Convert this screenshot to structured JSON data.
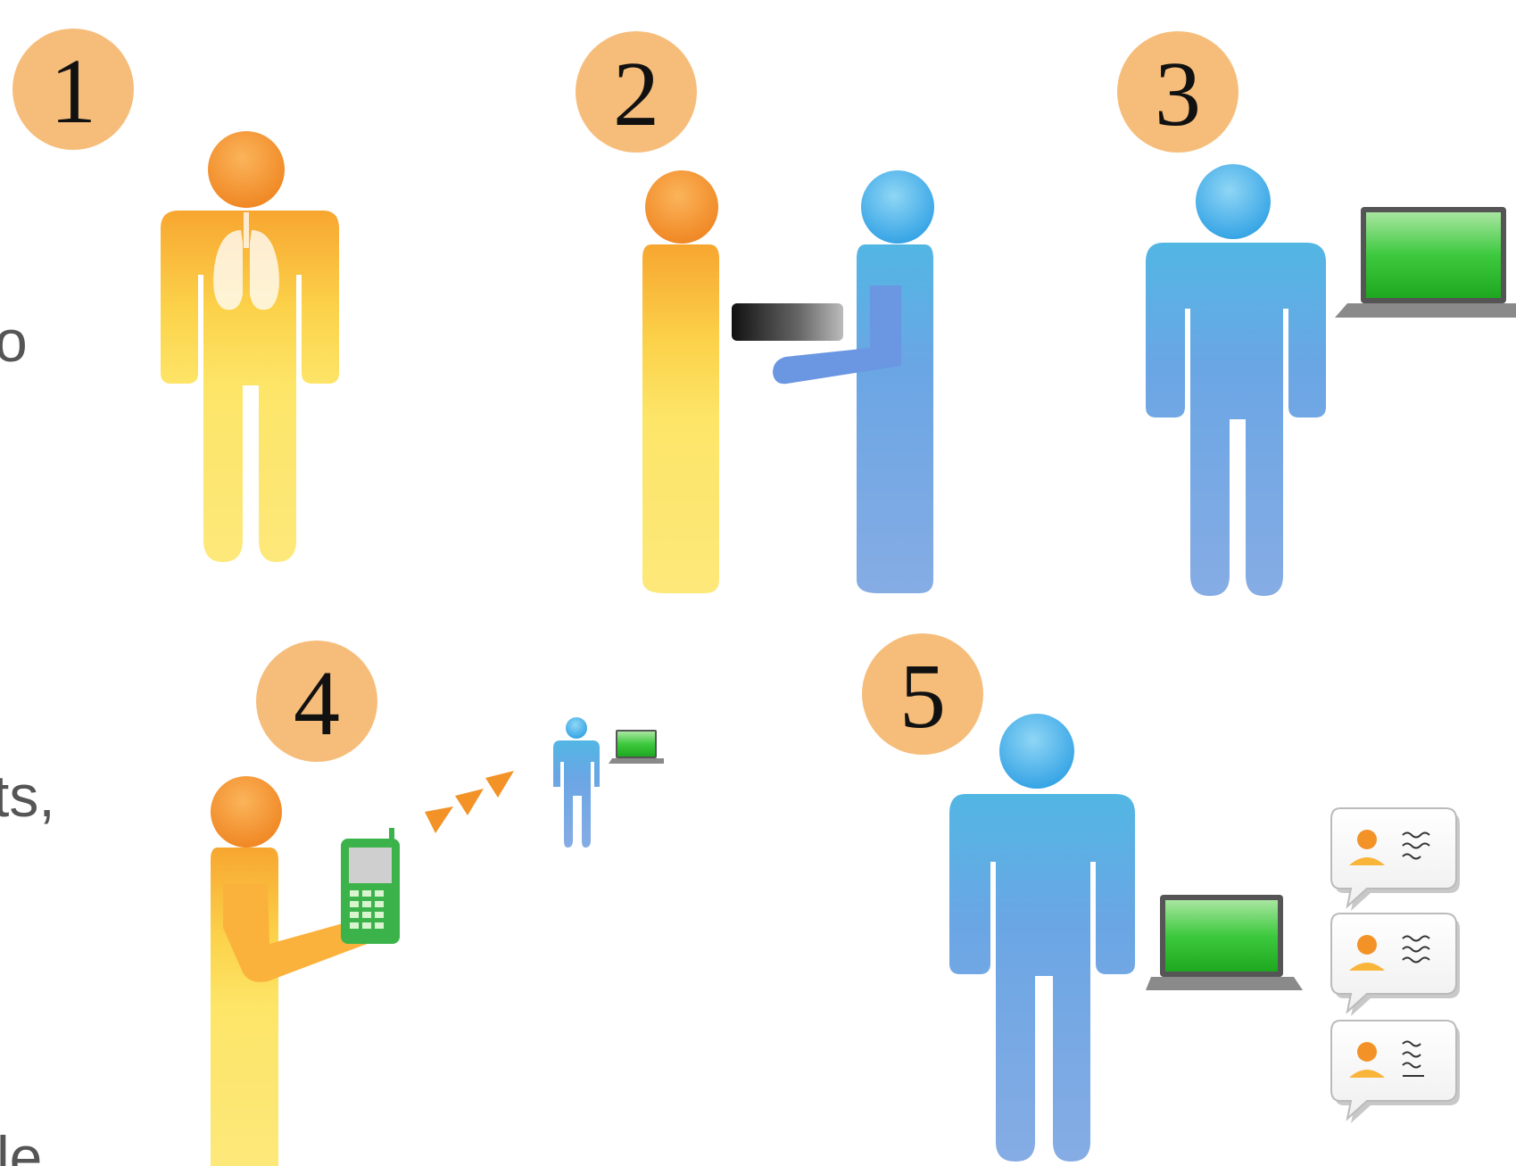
{
  "steps": [
    {
      "number": "1"
    },
    {
      "number": "2"
    },
    {
      "number": "3"
    },
    {
      "number": "4"
    },
    {
      "number": "5"
    }
  ],
  "edge_text": [
    "o",
    "ts,",
    "le"
  ],
  "colors": {
    "badge": "#f6bd7a",
    "patient_body": "#fde568",
    "patient_body_top": "#f9b43a",
    "patient_head": "#f39227",
    "clinician_body": "#80a8e2",
    "clinician_head": "#4bb4e6",
    "screen_green": "#34c83a",
    "laptop_gray": "#8a8a8a",
    "phone_green": "#3bb34a",
    "arrow_orange": "#f39227"
  },
  "icons": [
    "lungs-icon",
    "spirometer-icon",
    "laptop-icon",
    "mobile-phone-icon",
    "signal-arrows-icon",
    "message-bubble-icon"
  ]
}
